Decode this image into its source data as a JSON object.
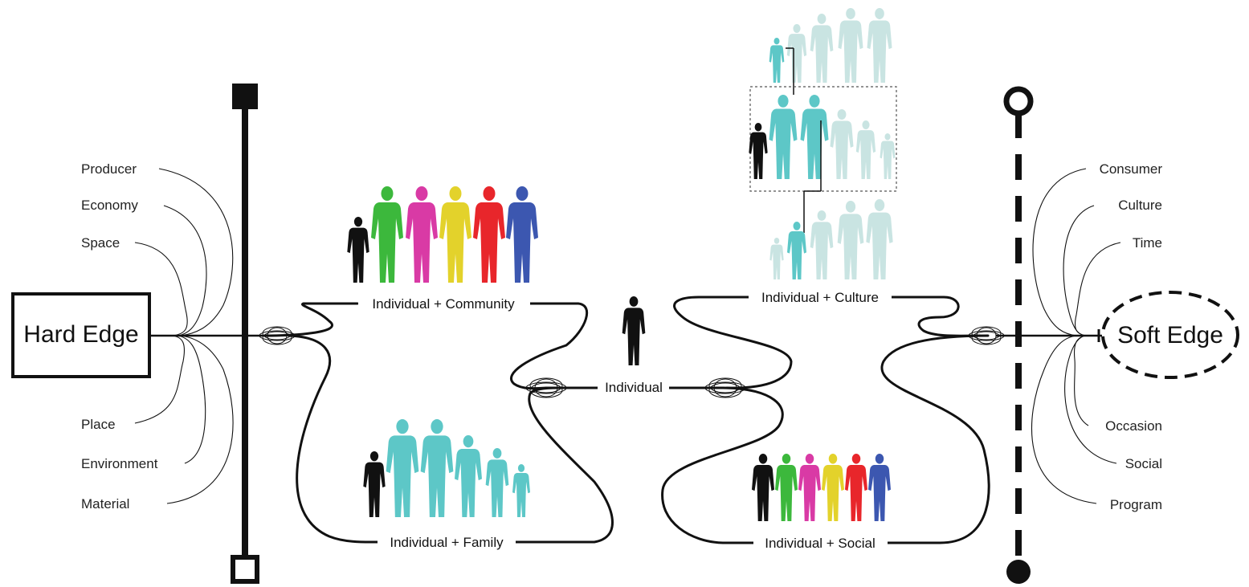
{
  "hard_edge": {
    "label": "Hard Edge",
    "attributes": [
      "Producer",
      "Economy",
      "Space",
      "Place",
      "Environment",
      "Material"
    ]
  },
  "soft_edge": {
    "label": "Soft Edge",
    "attributes": [
      "Consumer",
      "Culture",
      "Time",
      "Occasion",
      "Social",
      "Program"
    ]
  },
  "center": {
    "label": "Individual"
  },
  "groups": {
    "community": {
      "label": "Individual + Community",
      "colors": [
        "#111111",
        "#3cb83c",
        "#d93aa5",
        "#e3d22b",
        "#e8262b",
        "#3c57b0"
      ]
    },
    "family": {
      "label": "Individual + Family",
      "colors": [
        "#111111",
        "#5dc7c7",
        "#5dc7c7",
        "#5dc7c7",
        "#5dc7c7",
        "#5dc7c7"
      ]
    },
    "culture": {
      "label": "Individual + Culture",
      "primary": "#5dc7c7",
      "faded": "#c9e4e2",
      "black": "#111111"
    },
    "social": {
      "label": "Individual + Social",
      "colors": [
        "#111111",
        "#3cb83c",
        "#d93aa5",
        "#e3d22b",
        "#e8262b",
        "#3c57b0"
      ]
    }
  }
}
